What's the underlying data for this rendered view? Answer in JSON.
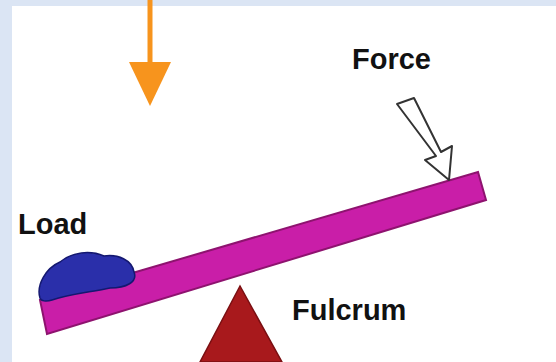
{
  "diagram": {
    "labels": [
      "Load",
      "Force",
      "Fulcrum"
    ]
  }
}
